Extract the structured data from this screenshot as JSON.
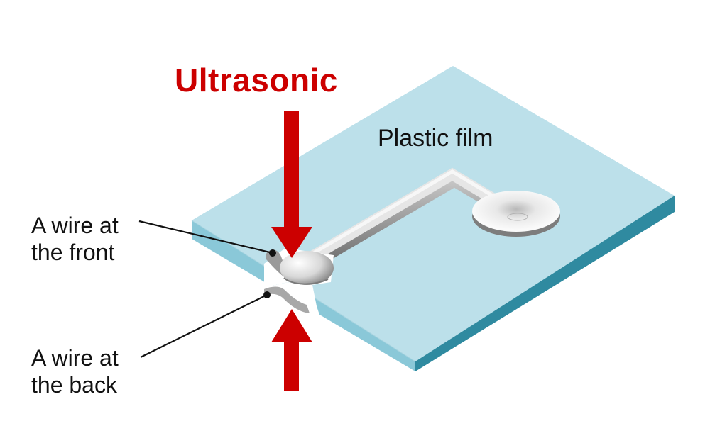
{
  "labels": {
    "title": "Ultrasonic",
    "film": "Plastic film",
    "front_wire": [
      "A wire at",
      "the front"
    ],
    "back_wire": [
      "A wire at",
      "the back"
    ]
  },
  "colors": {
    "arrow": "#cc0000",
    "film_top": "#bce0ea",
    "film_right": "#2f8aa0",
    "film_front": "#8ac8d8",
    "wire": "#d8d8d8",
    "text": "#111111"
  },
  "icons": {
    "top_arrow": "arrow-down",
    "bottom_arrow": "arrow-up"
  }
}
